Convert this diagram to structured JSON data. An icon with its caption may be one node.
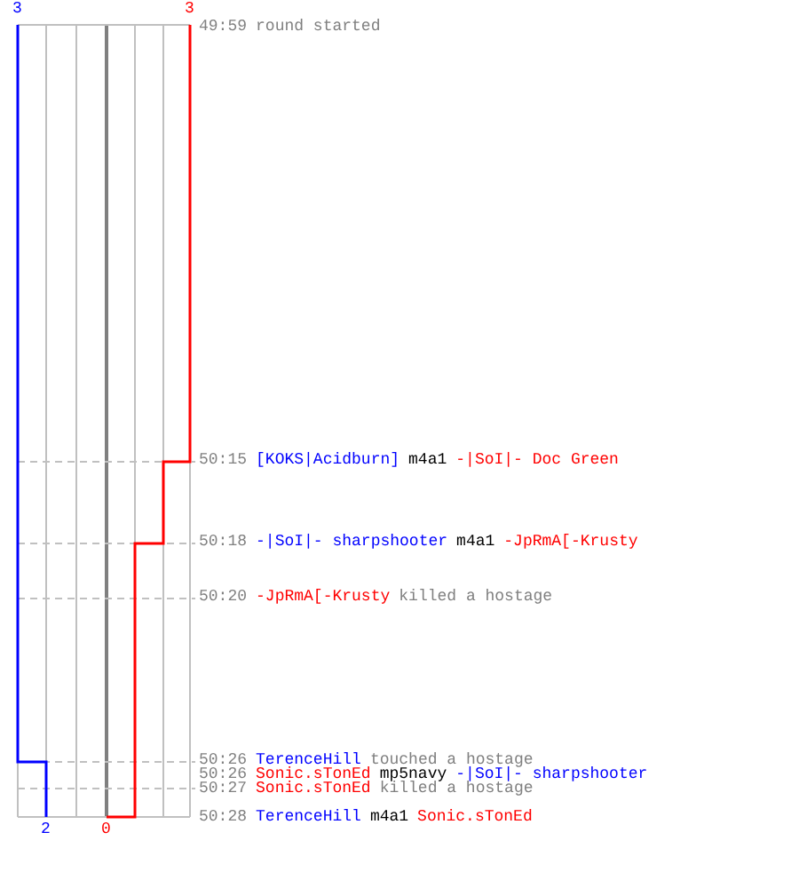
{
  "diagram": {
    "labels": [
      "3",
      "3",
      "49:59",
      "round started",
      "50:15",
      "[KOKS|Acidburn]",
      "m4a1",
      "-|SoI|- Doc Green",
      "50:18",
      "-|SoI|- sharpshooter",
      "m4a1",
      "-JpRmA[-Krusty",
      "50:20",
      "-JpRmA[-Krusty",
      "killed a hostage",
      "50:26",
      "TerenceHill",
      "touched a hostage",
      "50:26",
      "Sonic.sTonEd",
      "mp5navy",
      "-|SoI|- sharpshooter",
      "50:27",
      "Sonic.sTonEd",
      "killed a hostage",
      "50:28",
      "TerenceHill",
      "m4a1",
      "Sonic.sTonEd",
      "2",
      "0"
    ]
  }
}
